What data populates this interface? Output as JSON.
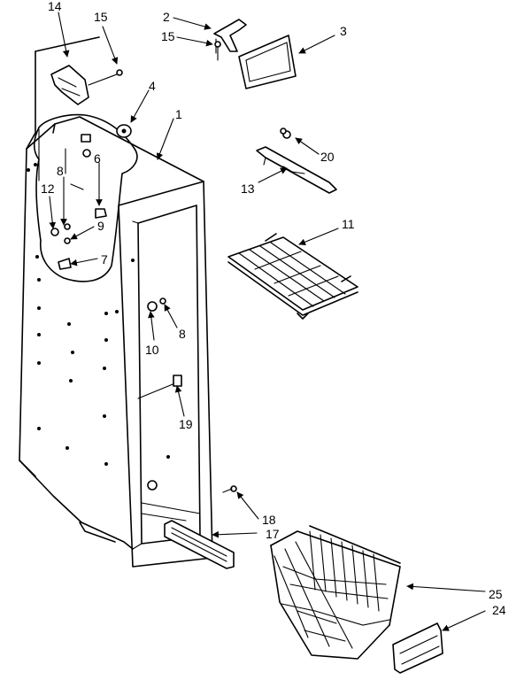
{
  "diagram": {
    "callouts": {
      "c1": "1",
      "c2": "2",
      "c3": "3",
      "c4": "4",
      "c6": "6",
      "c7": "7",
      "c8a": "8",
      "c8b": "8",
      "c9": "9",
      "c10": "10",
      "c11": "11",
      "c12": "12",
      "c13": "13",
      "c14": "14",
      "c15a": "15",
      "c15b": "15",
      "c17": "17",
      "c18": "18",
      "c19": "19",
      "c20": "20",
      "c24": "24",
      "c25": "25"
    }
  }
}
